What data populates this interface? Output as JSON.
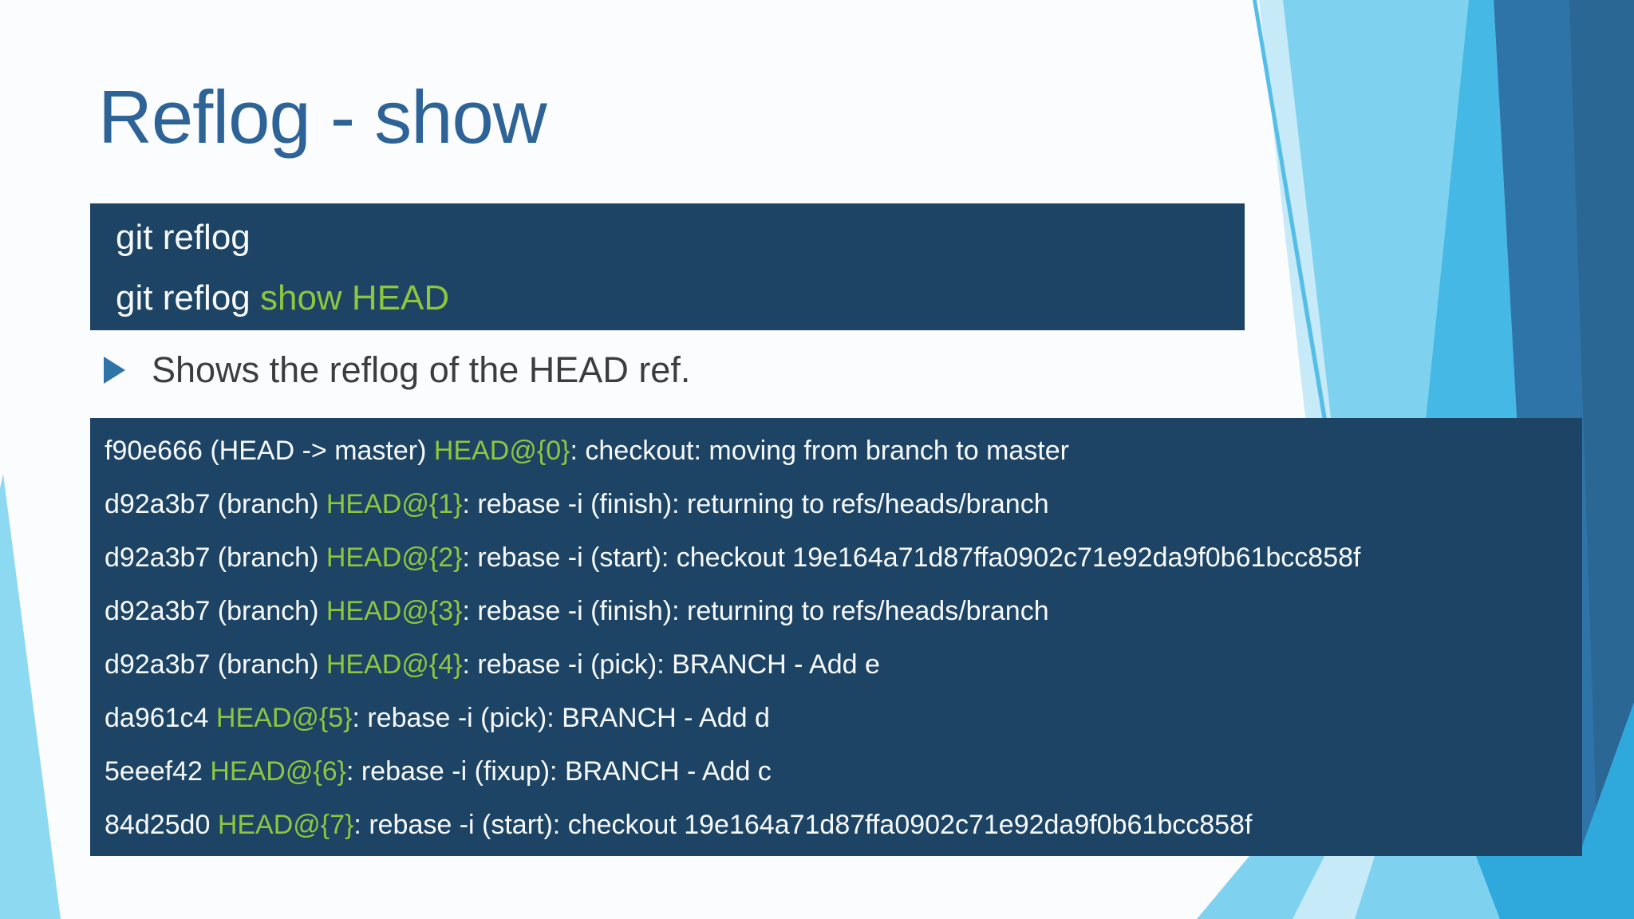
{
  "slide": {
    "title": "Reflog - show",
    "bullet_text": "Shows the reflog of the HEAD ref."
  },
  "code_snippet": {
    "lines": [
      [
        {
          "text": "git reflog",
          "hl": false
        }
      ],
      [
        {
          "text": "git reflog ",
          "hl": false
        },
        {
          "text": "show HEAD",
          "hl": true
        }
      ]
    ]
  },
  "reflog_output": {
    "lines": [
      [
        {
          "text": "f90e666 (HEAD -> master) ",
          "hl": false
        },
        {
          "text": "HEAD@{0}",
          "hl": true
        },
        {
          "text": ": checkout: moving from branch to master",
          "hl": false
        }
      ],
      [
        {
          "text": "d92a3b7 (branch) ",
          "hl": false
        },
        {
          "text": "HEAD@{1}",
          "hl": true
        },
        {
          "text": ": rebase -i (finish): returning to refs/heads/branch",
          "hl": false
        }
      ],
      [
        {
          "text": "d92a3b7 (branch) ",
          "hl": false
        },
        {
          "text": "HEAD@{2}",
          "hl": true
        },
        {
          "text": ": rebase -i (start): checkout 19e164a71d87ffa0902c71e92da9f0b61bcc858f",
          "hl": false
        }
      ],
      [
        {
          "text": "d92a3b7 (branch) ",
          "hl": false
        },
        {
          "text": "HEAD@{3}",
          "hl": true
        },
        {
          "text": ": rebase -i (finish): returning to refs/heads/branch",
          "hl": false
        }
      ],
      [
        {
          "text": "d92a3b7 (branch) ",
          "hl": false
        },
        {
          "text": "HEAD@{4}",
          "hl": true
        },
        {
          "text": ": rebase -i (pick): BRANCH - Add e",
          "hl": false
        }
      ],
      [
        {
          "text": "da961c4 ",
          "hl": false
        },
        {
          "text": "HEAD@{5}",
          "hl": true
        },
        {
          "text": ": rebase -i (pick): BRANCH - Add d",
          "hl": false
        }
      ],
      [
        {
          "text": "5eeef42 ",
          "hl": false
        },
        {
          "text": "HEAD@{6}",
          "hl": true
        },
        {
          "text": ": rebase -i (fixup): BRANCH - Add c",
          "hl": false
        }
      ],
      [
        {
          "text": "84d25d0 ",
          "hl": false
        },
        {
          "text": "HEAD@{7}",
          "hl": true
        },
        {
          "text": ": rebase -i (start): checkout 19e164a71d87ffa0902c71e92da9f0b61bcc858f",
          "hl": false
        }
      ]
    ]
  },
  "colors": {
    "slide_bg": "#FBFCFD",
    "title_blue": "#2D6396",
    "body_text": "#3D3D3D",
    "code_bg": "#1D4365",
    "code_text": "#F7FAFC",
    "accent_green": "#8DC63F",
    "bullet_blue": "#2E74A8",
    "deco_light": "#7ED1EF",
    "deco_pale": "#C6EAF8",
    "deco_mid": "#45B8E5",
    "deco_steel": "#2E74A8",
    "deco_steel_dark": "#2A6795",
    "deco_corner": "#2FA8DB",
    "deco_left": "#8ED9F2",
    "deco_line": "#54BEE6"
  }
}
